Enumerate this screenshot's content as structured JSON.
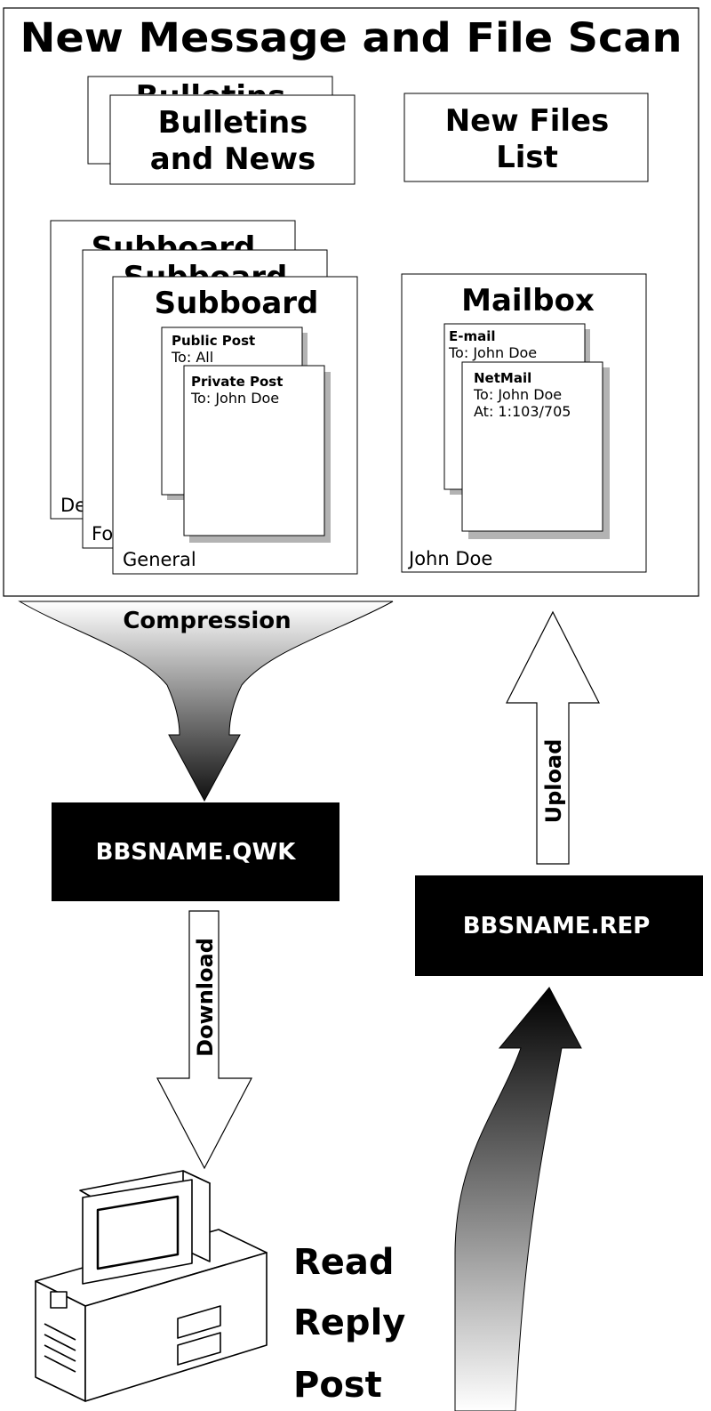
{
  "title": "New Message and File Scan",
  "bulletins": {
    "back_label": "Bulletins",
    "line1": "Bulletins",
    "line2": "and News"
  },
  "new_files": {
    "line1": "New Files",
    "line2": "List"
  },
  "subboards": {
    "back1_title": "Subboard",
    "back2_title": "Subboard",
    "front_title": "Subboard",
    "back1_footer": "De",
    "back2_footer": "Fo",
    "front_footer": "General",
    "public_post": {
      "title": "Public Post",
      "to": "To: All"
    },
    "private_post": {
      "title": "Private Post",
      "to": "To: John Doe"
    }
  },
  "mailbox": {
    "title": "Mailbox",
    "footer": "John Doe",
    "email": {
      "title": "E-mail",
      "to": "To: John Doe"
    },
    "netmail": {
      "title": "NetMail",
      "to": "To: John Doe",
      "at": "At: 1:103/705"
    }
  },
  "compression_label": "Compression",
  "qwk_label": "BBSNAME.QWK",
  "download_label": "Download",
  "rep_label": "BBSNAME.REP",
  "upload_label": "Upload",
  "actions": [
    "Read",
    "Reply",
    "Post"
  ]
}
